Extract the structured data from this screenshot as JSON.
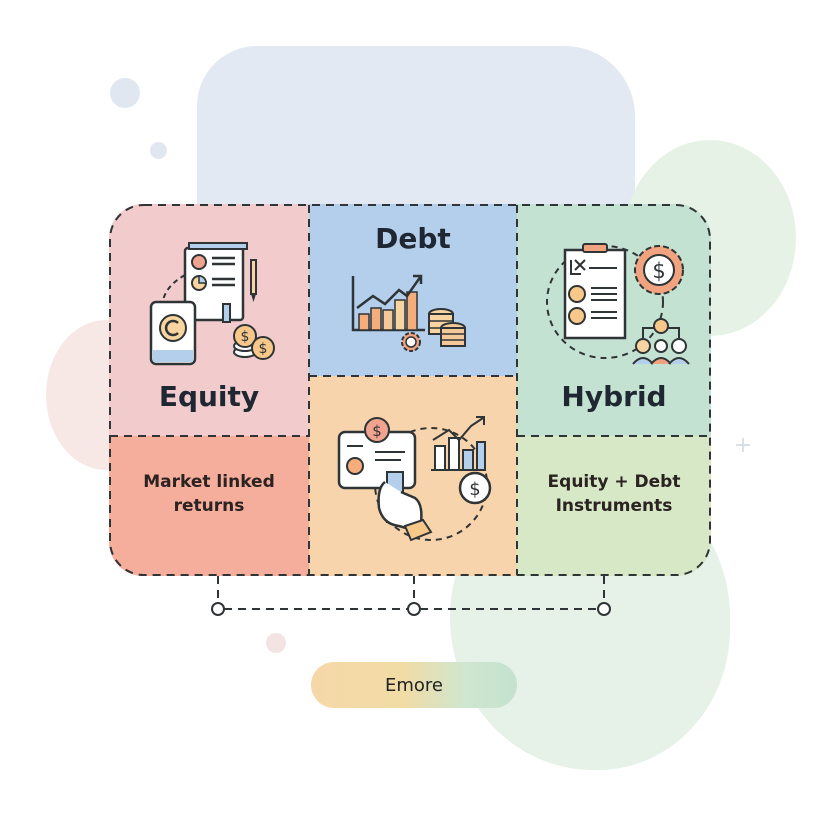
{
  "diagram": {
    "categories": [
      {
        "id": "equity",
        "title": "Equity",
        "description": "Market linked returns",
        "desc_lines": [
          "Market linked",
          "returns"
        ],
        "title_color": "#f2cccc",
        "desc_color": "#f5ad9c"
      },
      {
        "id": "debt",
        "title": "Debt",
        "title_color": "#b4cfeb"
      },
      {
        "id": "hybrid",
        "title": "Hybrid",
        "description": "Equity + Debt Instruments",
        "desc_lines": [
          "Equity + Debt",
          "Instruments"
        ],
        "title_color": "#c4e2d2",
        "desc_color": "#d6e8c6"
      }
    ],
    "center_panel_color": "#f7d4ab",
    "connector_nodes": 3
  },
  "button": {
    "label": "Emore"
  },
  "icons": {
    "equity": "document-pie-chart-tablet-coins-icon",
    "debt": "bar-chart-growth-coins-gear-icon",
    "center": "invoice-hand-chart-dollar-icon",
    "hybrid": "checklist-gear-dollar-people-icon"
  },
  "colors": {
    "outline": "#2f3436",
    "background_blob_blue": "#e3e9f2",
    "background_blob_green": "#e6f2e8",
    "background_blob_pink": "#f6e6e4"
  }
}
